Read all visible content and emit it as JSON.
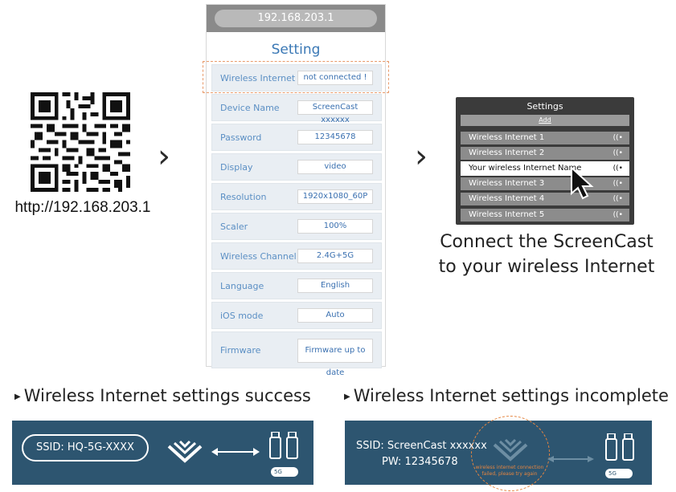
{
  "qr": {
    "url": "http://192.168.203.1"
  },
  "arrows": {
    "first": "›",
    "second": "›"
  },
  "phone": {
    "address": "192.168.203.1",
    "title": "Setting",
    "rows": [
      {
        "label": "Wireless Internet",
        "value": "not connected !"
      },
      {
        "label": "Device Name",
        "value": "ScreenCast xxxxxx"
      },
      {
        "label": "Password",
        "value": "12345678"
      },
      {
        "label": "Display",
        "value": "video"
      },
      {
        "label": "Resolution",
        "value": "1920x1080_60P"
      },
      {
        "label": "Scaler",
        "value": "100%"
      },
      {
        "label": "Wireless Channel",
        "value": "2.4G+5G"
      },
      {
        "label": "Language",
        "value": "English"
      },
      {
        "label": "iOS mode",
        "value": "Auto"
      },
      {
        "label": "Firmware",
        "value": "Firmware up to date"
      }
    ]
  },
  "panel": {
    "title": "Settings",
    "add_label": "Add",
    "networks": [
      "Wireless Internet 1",
      "Wireless Internet 2",
      "Your wireless Internet Name",
      "Wireless Internet 3",
      "Wireless Internet 4",
      "Wireless Internet 5"
    ],
    "selected_index": 2
  },
  "connect": {
    "line1": "Connect the ScreenCast",
    "line2": "to your wireless Internet"
  },
  "success": {
    "heading": "Wireless Internet settings success",
    "ssid": "SSID: HQ-5G-XXXX",
    "badge": "5G"
  },
  "incomplete": {
    "heading": "Wireless Internet settings incomplete",
    "ssid": "SSID: ScreenCast xxxxxx",
    "pw": "PW: 12345678",
    "note1": "wireless internet connection",
    "note2": "failed, please try again",
    "badge": "5G"
  },
  "colors": {
    "accent_blue": "#3a78b5",
    "band": "#2d5570",
    "orange": "#e58540",
    "panel": "#3b3b3b"
  }
}
